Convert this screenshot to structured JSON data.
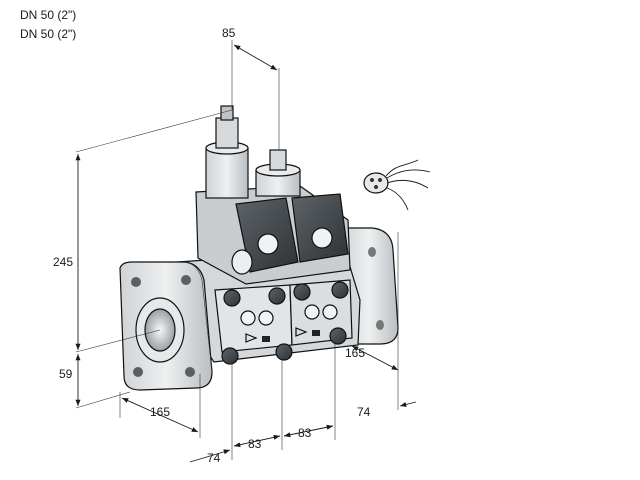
{
  "header": {
    "line1": "DN 50 (2\")",
    "line2": "DN 50 (2\")"
  },
  "dimensions": {
    "top_width": "85",
    "height_total": "245",
    "height_axis": "59",
    "flange_depth_left": "165",
    "flange_depth_right": "165",
    "offset_left": "74",
    "offset_right": "74",
    "module_a": "83",
    "module_b": "83"
  }
}
